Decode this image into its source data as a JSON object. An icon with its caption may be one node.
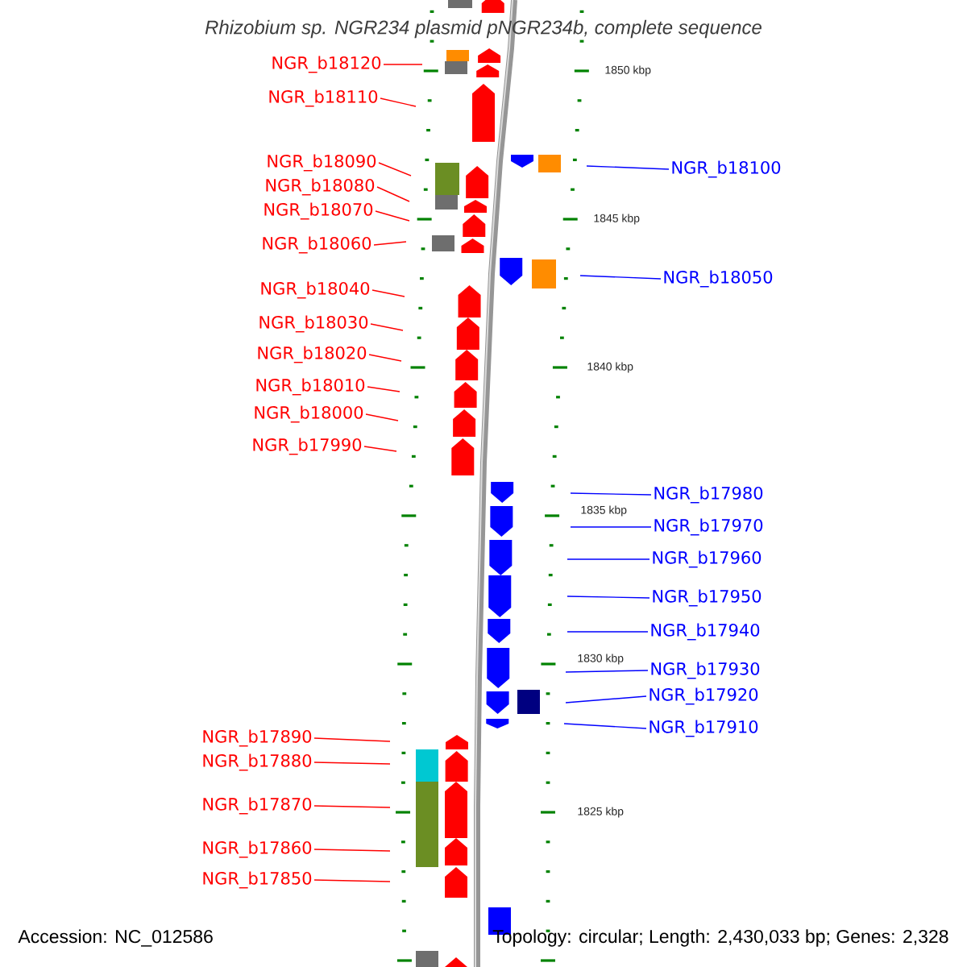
{
  "diagram": {
    "title": "Rhizobium sp. NGR234 plasmid pNGR234b, complete sequence",
    "nodes": [
      {
        "text": [
          "NGR_b18120"
        ]
      },
      {
        "text": [
          "NGR_b18110"
        ]
      },
      {
        "text": [
          "NGR_b18090"
        ]
      },
      {
        "text": [
          "NGR_b18080"
        ]
      },
      {
        "text": [
          "NGR_b18070"
        ]
      },
      {
        "text": [
          "NGR_b18060"
        ]
      },
      {
        "text": [
          "NGR_b18040"
        ]
      },
      {
        "text": [
          "NGR_b18030"
        ]
      },
      {
        "text": [
          "NGR_b18020"
        ]
      },
      {
        "text": [
          "NGR_b18010"
        ]
      },
      {
        "text": [
          "NGR_b18000"
        ]
      },
      {
        "text": [
          "NGR_b17990"
        ]
      },
      {
        "text": [
          "NGR_b17890"
        ]
      },
      {
        "text": [
          "NGR_b17880"
        ]
      },
      {
        "text": [
          "NGR_b17870"
        ]
      },
      {
        "text": [
          "NGR_b17860"
        ]
      },
      {
        "text": [
          "NGR_b17850"
        ]
      },
      {
        "text": [
          "NGR_b18100"
        ]
      },
      {
        "text": [
          "NGR_b18050"
        ]
      },
      {
        "text": [
          "NGR_b17980"
        ]
      },
      {
        "text": [
          "NGR_b17970"
        ]
      },
      {
        "text": [
          "NGR_b17960"
        ]
      },
      {
        "text": [
          "NGR_b17950"
        ]
      },
      {
        "text": [
          "NGR_b17940"
        ]
      },
      {
        "text": [
          "NGR_b17930"
        ]
      },
      {
        "text": [
          "NGR_b17920"
        ]
      },
      {
        "text": [
          "NGR_b17910"
        ]
      }
    ],
    "edges": [
      {
        "from": 0,
        "to": null,
        "arrow": "none"
      },
      {
        "from": 1,
        "to": null,
        "arrow": "none"
      },
      {
        "from": 2,
        "to": null,
        "arrow": "none"
      },
      {
        "from": 3,
        "to": null,
        "arrow": "none"
      },
      {
        "from": 4,
        "to": null,
        "arrow": "none"
      },
      {
        "from": 5,
        "to": null,
        "arrow": "none"
      },
      {
        "from": 6,
        "to": null,
        "arrow": "none"
      },
      {
        "from": 7,
        "to": null,
        "arrow": "none"
      },
      {
        "from": 8,
        "to": null,
        "arrow": "none"
      },
      {
        "from": 9,
        "to": null,
        "arrow": "none"
      },
      {
        "from": 10,
        "to": null,
        "arrow": "none"
      },
      {
        "from": 11,
        "to": null,
        "arrow": "none"
      },
      {
        "from": 12,
        "to": null,
        "arrow": "none"
      },
      {
        "from": 13,
        "to": null,
        "arrow": "none"
      },
      {
        "from": 14,
        "to": null,
        "arrow": "none"
      },
      {
        "from": 15,
        "to": null,
        "arrow": "none"
      },
      {
        "from": 16,
        "to": null,
        "arrow": "none"
      },
      {
        "from": 17,
        "to": null,
        "arrow": "none",
        "color": "#0000ff"
      },
      {
        "from": 18,
        "to": null,
        "arrow": "none",
        "color": "#0000ff"
      },
      {
        "from": 19,
        "to": null,
        "arrow": "none",
        "color": "#0000ff"
      },
      {
        "from": 20,
        "to": null,
        "arrow": "none",
        "color": "#0000ff"
      },
      {
        "from": 21,
        "to": null,
        "arrow": "none",
        "color": "#0000ff"
      },
      {
        "from": 22,
        "to": null,
        "arrow": "none",
        "color": "#0000ff"
      },
      {
        "from": 23,
        "to": null,
        "arrow": "none",
        "color": "#0000ff"
      },
      {
        "from": 24,
        "to": null,
        "arrow": "none",
        "color": "#0000ff"
      },
      {
        "from": 25,
        "to": null,
        "arrow": "none",
        "color": "#0000ff"
      },
      {
        "from": 26,
        "to": null,
        "arrow": "none",
        "color": "#0000ff"
      }
    ],
    "labels": [
      "1850 kbp",
      "1845 kbp",
      "1840 kbp",
      "1835 kbp",
      "1830 kbp",
      "1825 kbp",
      "Accession: NC_012586",
      "Topology: circular; Length: 2,430,033 bp; Genes: 2,328"
    ]
  }
}
